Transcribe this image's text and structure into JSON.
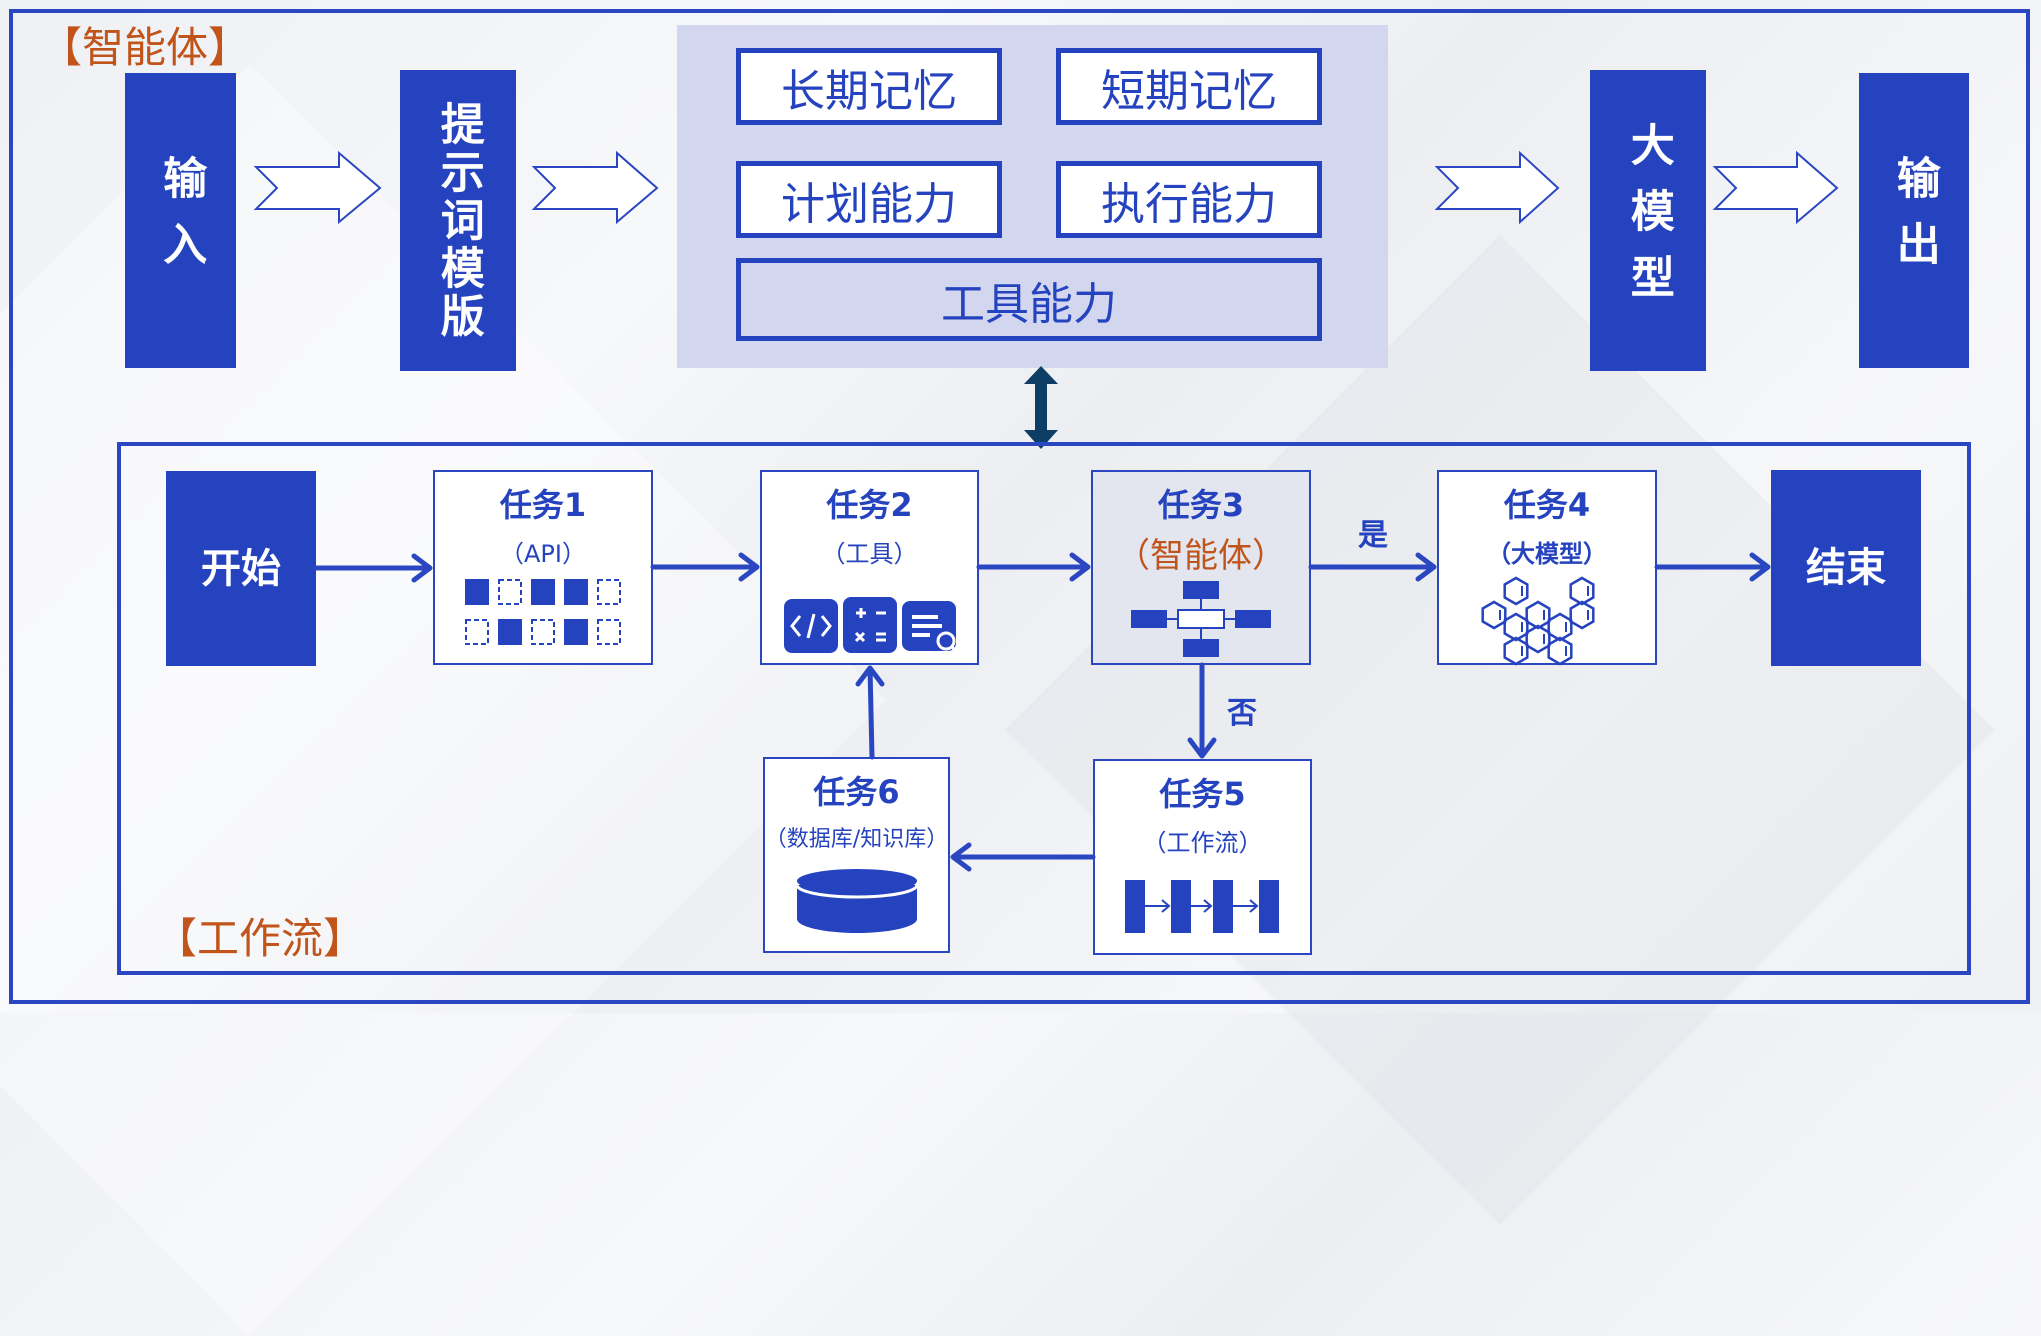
{
  "agent_section": {
    "label": "【智能体】",
    "input": "输入",
    "prompt_template": "提示词模版",
    "capabilities": {
      "long_term_memory": "长期记忆",
      "short_term_memory": "短期记忆",
      "planning": "计划能力",
      "execution": "执行能力",
      "tools": "工具能力"
    },
    "llm": "大模型",
    "output": "输出"
  },
  "workflow_section": {
    "label": "【工作流】",
    "start": "开始",
    "end": "结束",
    "tasks": [
      {
        "title": "任务1",
        "subtitle": "（API）",
        "icon": "api-grid-icon"
      },
      {
        "title": "任务2",
        "subtitle": "（工具）",
        "icon": "tools-icon"
      },
      {
        "title": "任务3",
        "subtitle": "（智能体）",
        "icon": "agent-flowchart-icon"
      },
      {
        "title": "任务4",
        "subtitle": "（大模型）",
        "icon": "hexagon-network-icon"
      },
      {
        "title": "任务5",
        "subtitle": "（工作流）",
        "icon": "workflow-steps-icon"
      },
      {
        "title": "任务6",
        "subtitle": "（数据库/知识库）",
        "icon": "database-icon"
      }
    ],
    "edge_yes": "是",
    "edge_no": "否"
  },
  "colors": {
    "primary": "#2543be",
    "accent": "#c0541a",
    "panel": "#d2d7ef",
    "bidirectional_arrow": "#0e3d66"
  }
}
